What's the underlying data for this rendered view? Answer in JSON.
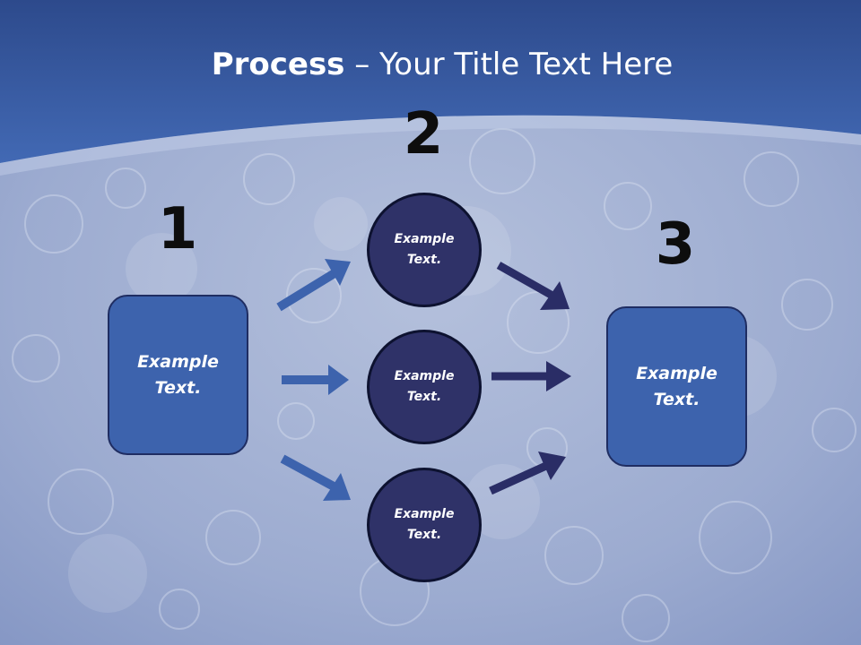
{
  "slide": {
    "title_bold": "Process",
    "title_rest": " – Your Title Text Here",
    "step_numbers": [
      "1",
      "2",
      "3"
    ],
    "left_box": {
      "text": "Example Text."
    },
    "circles": [
      {
        "text": "Example Text."
      },
      {
        "text": "Example Text."
      },
      {
        "text": "Example Text."
      }
    ],
    "right_box": {
      "text": "Example Text."
    }
  },
  "colors": {
    "header_blue": "#3a5ca8",
    "box_fill": "#3d63ad",
    "circle_fill": "#2f3268",
    "arrow_light": "#3d63ad",
    "arrow_dark": "#2a2d66"
  }
}
